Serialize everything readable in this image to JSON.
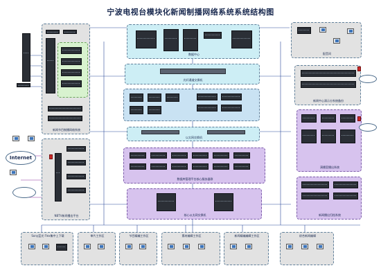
{
  "title": "宁波电视台模块化新闻制播网络系统系统结构图",
  "zones": {
    "data_center": "数据中心",
    "fc_switch": "光纤通道交换机",
    "ethernet_switch": "以太网交换机",
    "server_cluster": "数据库管理平台核心服务器群",
    "core_switch": "核心以太网交换机",
    "nas": "配音间",
    "news_center": "新闻中心演示分系统备份",
    "studio": "演播室播出系统",
    "archive": "新闻播出归档系统",
    "left_top": "新闻节目制播网络系统",
    "left_mid": "NBTV新闻播出平台",
    "internet": "Internet",
    "bottom_1": "Sony蓝光 Flex集中上下载",
    "bottom_2": "审片工作区",
    "bottom_3": "节目精编工作区",
    "bottom_4": "素材编辑工作区",
    "bottom_5": "新闻精编编辑工作区",
    "bottom_6": "综合新闻编辑"
  }
}
